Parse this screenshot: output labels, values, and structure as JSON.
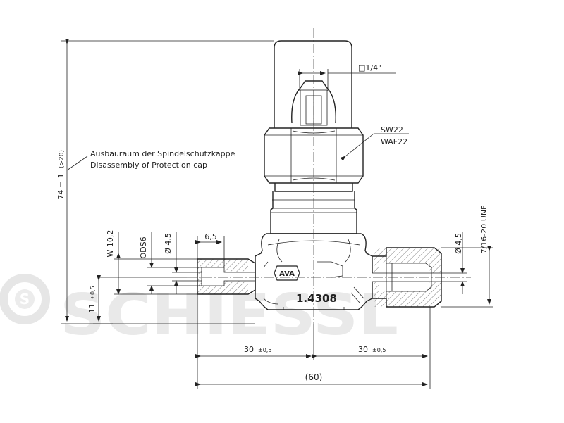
{
  "watermark": {
    "text": "SCHIESSL",
    "logo_letter": "S"
  },
  "callouts": {
    "square_drive": "□1/4\"",
    "hex": "SW22",
    "hex_en": "WAF22",
    "space_de": "Ausbauraum der Spindelschutzkappe",
    "space_en": "Disassembly of Protection cap"
  },
  "marking": {
    "logo": "AVA",
    "material": "1.4308"
  },
  "dimensions": {
    "height": "74 ± 1",
    "height_note": "(>20)",
    "w": "W 10,2",
    "ods": "ODS6",
    "d_left": "Ø 4,5",
    "depth": "6,5",
    "d_right": "Ø 4,5",
    "thread": "7/16-20 UNF",
    "center_h": "11",
    "center_tol": "±0,5",
    "left_len": "30",
    "left_tol": "±0,5",
    "right_len": "30",
    "right_tol": "±0,5",
    "total": "(60)"
  }
}
